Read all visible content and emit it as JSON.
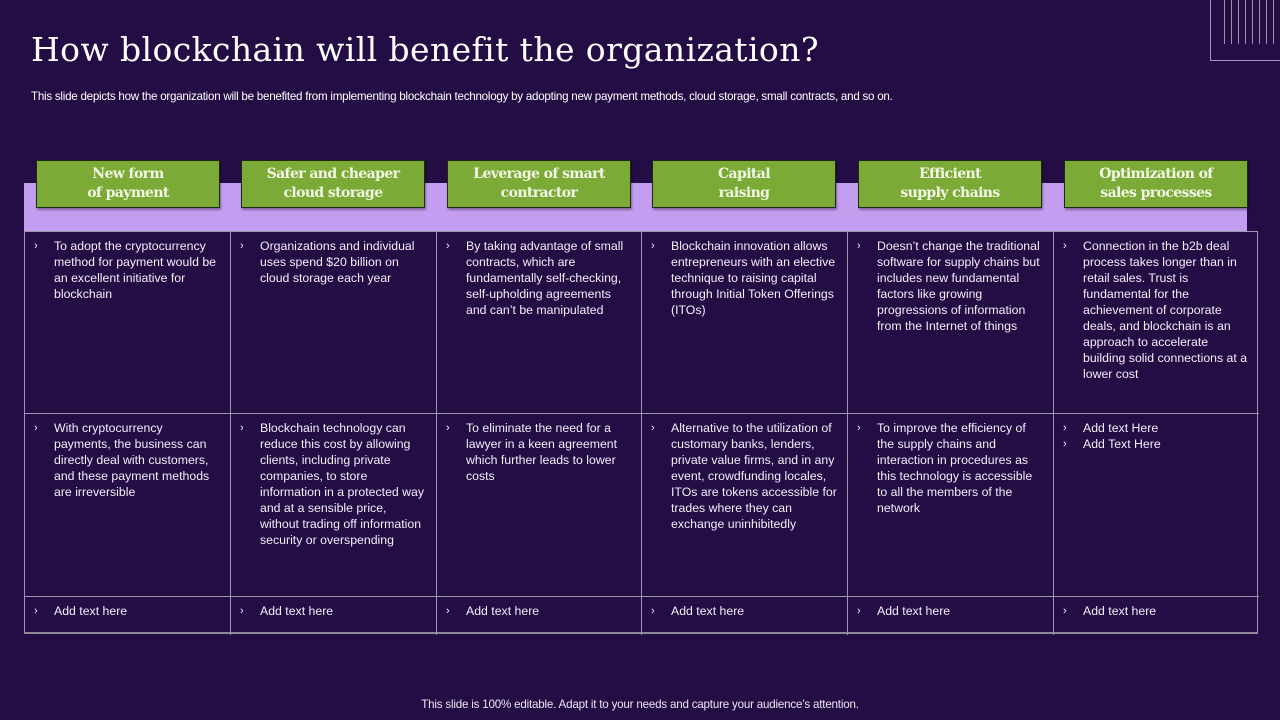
{
  "slide": {
    "title": "How blockchain will benefit the organization?",
    "subtitle": "This slide depicts how the organization will be benefited from implementing blockchain technology by adopting new payment methods, cloud storage, small contracts, and so on.",
    "footer": "This slide is 100% editable. Adapt it to your needs and capture your audience’s attention."
  },
  "colors": {
    "background": "#240d45",
    "header_green": "#7bab36",
    "band_lilac": "#c39ef0",
    "grid_line": "#9c95b0"
  },
  "bullet_icon": "›",
  "columns": [
    {
      "header": [
        "New form",
        "of payment"
      ],
      "rows": [
        [
          "To adopt the cryptocurrency method for payment would be an excellent initiative for blockchain"
        ],
        [
          "With cryptocurrency payments, the business can directly deal with customers, and these payment methods are irreversible"
        ],
        [
          "Add text here"
        ]
      ]
    },
    {
      "header": [
        "Safer and cheaper",
        "cloud storage"
      ],
      "rows": [
        [
          "Organizations and individual uses spend $20 billion on cloud storage each year"
        ],
        [
          "Blockchain technology can reduce this cost by allowing clients, including private companies, to store information in a protected way and at a sensible price, without trading off information security or overspending"
        ],
        [
          "Add text here"
        ]
      ]
    },
    {
      "header": [
        "Leverage of smart",
        "contractor"
      ],
      "rows": [
        [
          "By taking advantage of small contracts, which are fundamentally self-checking, self-upholding agreements and can’t be manipulated"
        ],
        [
          "To eliminate the need for a lawyer in a keen agreement which further leads to lower costs"
        ],
        [
          "Add text here"
        ]
      ]
    },
    {
      "header": [
        "Capital",
        "raising"
      ],
      "rows": [
        [
          "Blockchain innovation allows entrepreneurs with an elective technique to raising capital through Initial Token Offerings (ITOs)"
        ],
        [
          "Alternative to the utilization of customary banks, lenders, private value firms, and in any event, crowdfunding locales, ITOs are tokens accessible for trades where they can exchange uninhibitedly"
        ],
        [
          "Add text here"
        ]
      ]
    },
    {
      "header": [
        "Efficient",
        "supply chains"
      ],
      "rows": [
        [
          "Doesn’t change the traditional software for supply chains but includes new fundamental factors like growing progressions of information from the Internet of things"
        ],
        [
          "To improve the efficiency of the supply chains and interaction in procedures as this technology is accessible to all the members of the network"
        ],
        [
          "Add text here"
        ]
      ]
    },
    {
      "header": [
        "Optimization of",
        "sales processes"
      ],
      "rows": [
        [
          "Connection in the b2b deal process takes longer than in retail sales. Trust is fundamental for the achievement of corporate deals, and blockchain is an approach to accelerate building solid connections at a lower cost"
        ],
        [
          "Add text Here",
          "Add Text Here"
        ],
        [
          "Add text here"
        ]
      ]
    }
  ]
}
